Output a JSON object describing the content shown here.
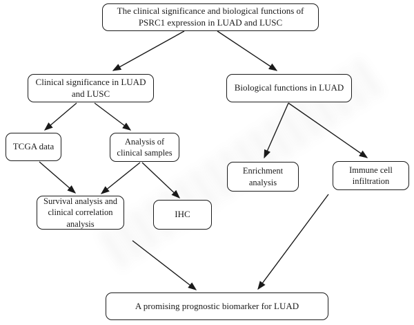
{
  "figure": {
    "background_color": "#ffffff",
    "box_fill_color": "#ffffff",
    "box_border_color": "#1a1a1a",
    "text_color": "#1a1a1a",
    "nodes": {
      "title": "The clinical significance and biological functions of PSRC1 expression in LUAD and LUSC",
      "clinical_significance": "Clinical significance in LUAD and LUSC",
      "biological_functions": "Biological functions in LUAD",
      "tcga_data": "TCGA data",
      "analysis_clinical_samples": "Analysis of clinical samples",
      "enrichment_analysis": "Enrichment analysis",
      "immune_cell_infiltration": "Immune cell infiltration",
      "survival_analysis": "Survival analysis and clinical correlation analysis",
      "ihc": "IHC",
      "conclusion": "A promising prognostic biomarker for LUAD"
    },
    "edges": [
      {
        "from": "title",
        "to": "clinical_significance"
      },
      {
        "from": "title",
        "to": "biological_functions"
      },
      {
        "from": "clinical_significance",
        "to": "tcga_data"
      },
      {
        "from": "clinical_significance",
        "to": "analysis_clinical_samples"
      },
      {
        "from": "biological_functions",
        "to": "enrichment_analysis"
      },
      {
        "from": "biological_functions",
        "to": "immune_cell_infiltration"
      },
      {
        "from": "tcga_data",
        "to": "survival_analysis"
      },
      {
        "from": "analysis_clinical_samples",
        "to": "survival_analysis"
      },
      {
        "from": "analysis_clinical_samples",
        "to": "ihc"
      },
      {
        "from": "survival_analysis",
        "to": "conclusion"
      },
      {
        "from": "immune_cell_infiltration",
        "to": "conclusion"
      }
    ]
  }
}
